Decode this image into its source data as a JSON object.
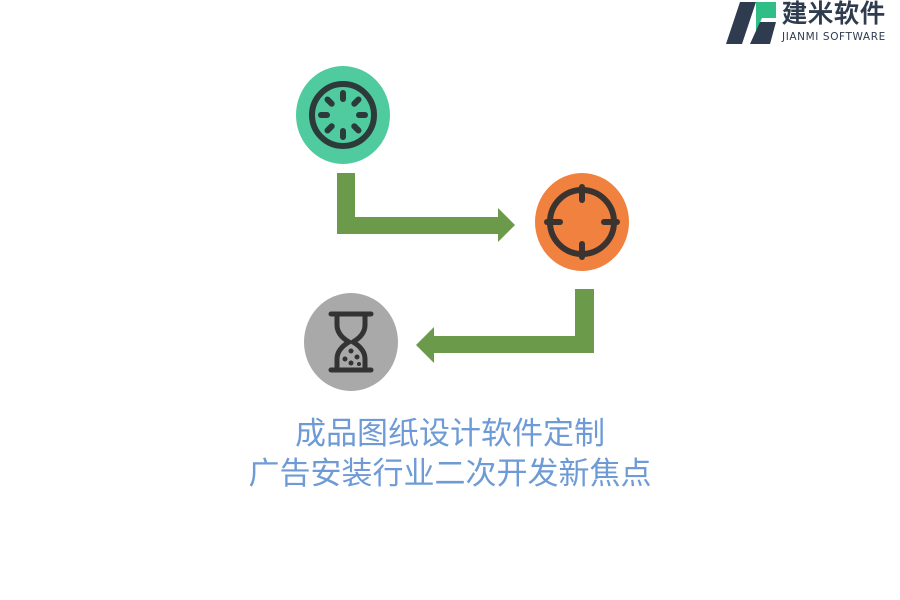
{
  "logo": {
    "name_cn": "建米软件",
    "name_en": "JIANMI SOFTWARE"
  },
  "diagram": {
    "steps": [
      {
        "icon": "loading-wheel-icon",
        "color": "#4fcb9f"
      },
      {
        "icon": "crosshair-target-icon",
        "color": "#f0813e"
      },
      {
        "icon": "hourglass-icon",
        "color": "#a9a9a9"
      }
    ],
    "arrow_color": "#6a9a4a"
  },
  "caption": {
    "line1": "成品图纸设计软件定制",
    "line2": "广告安装行业二次开发新焦点"
  }
}
